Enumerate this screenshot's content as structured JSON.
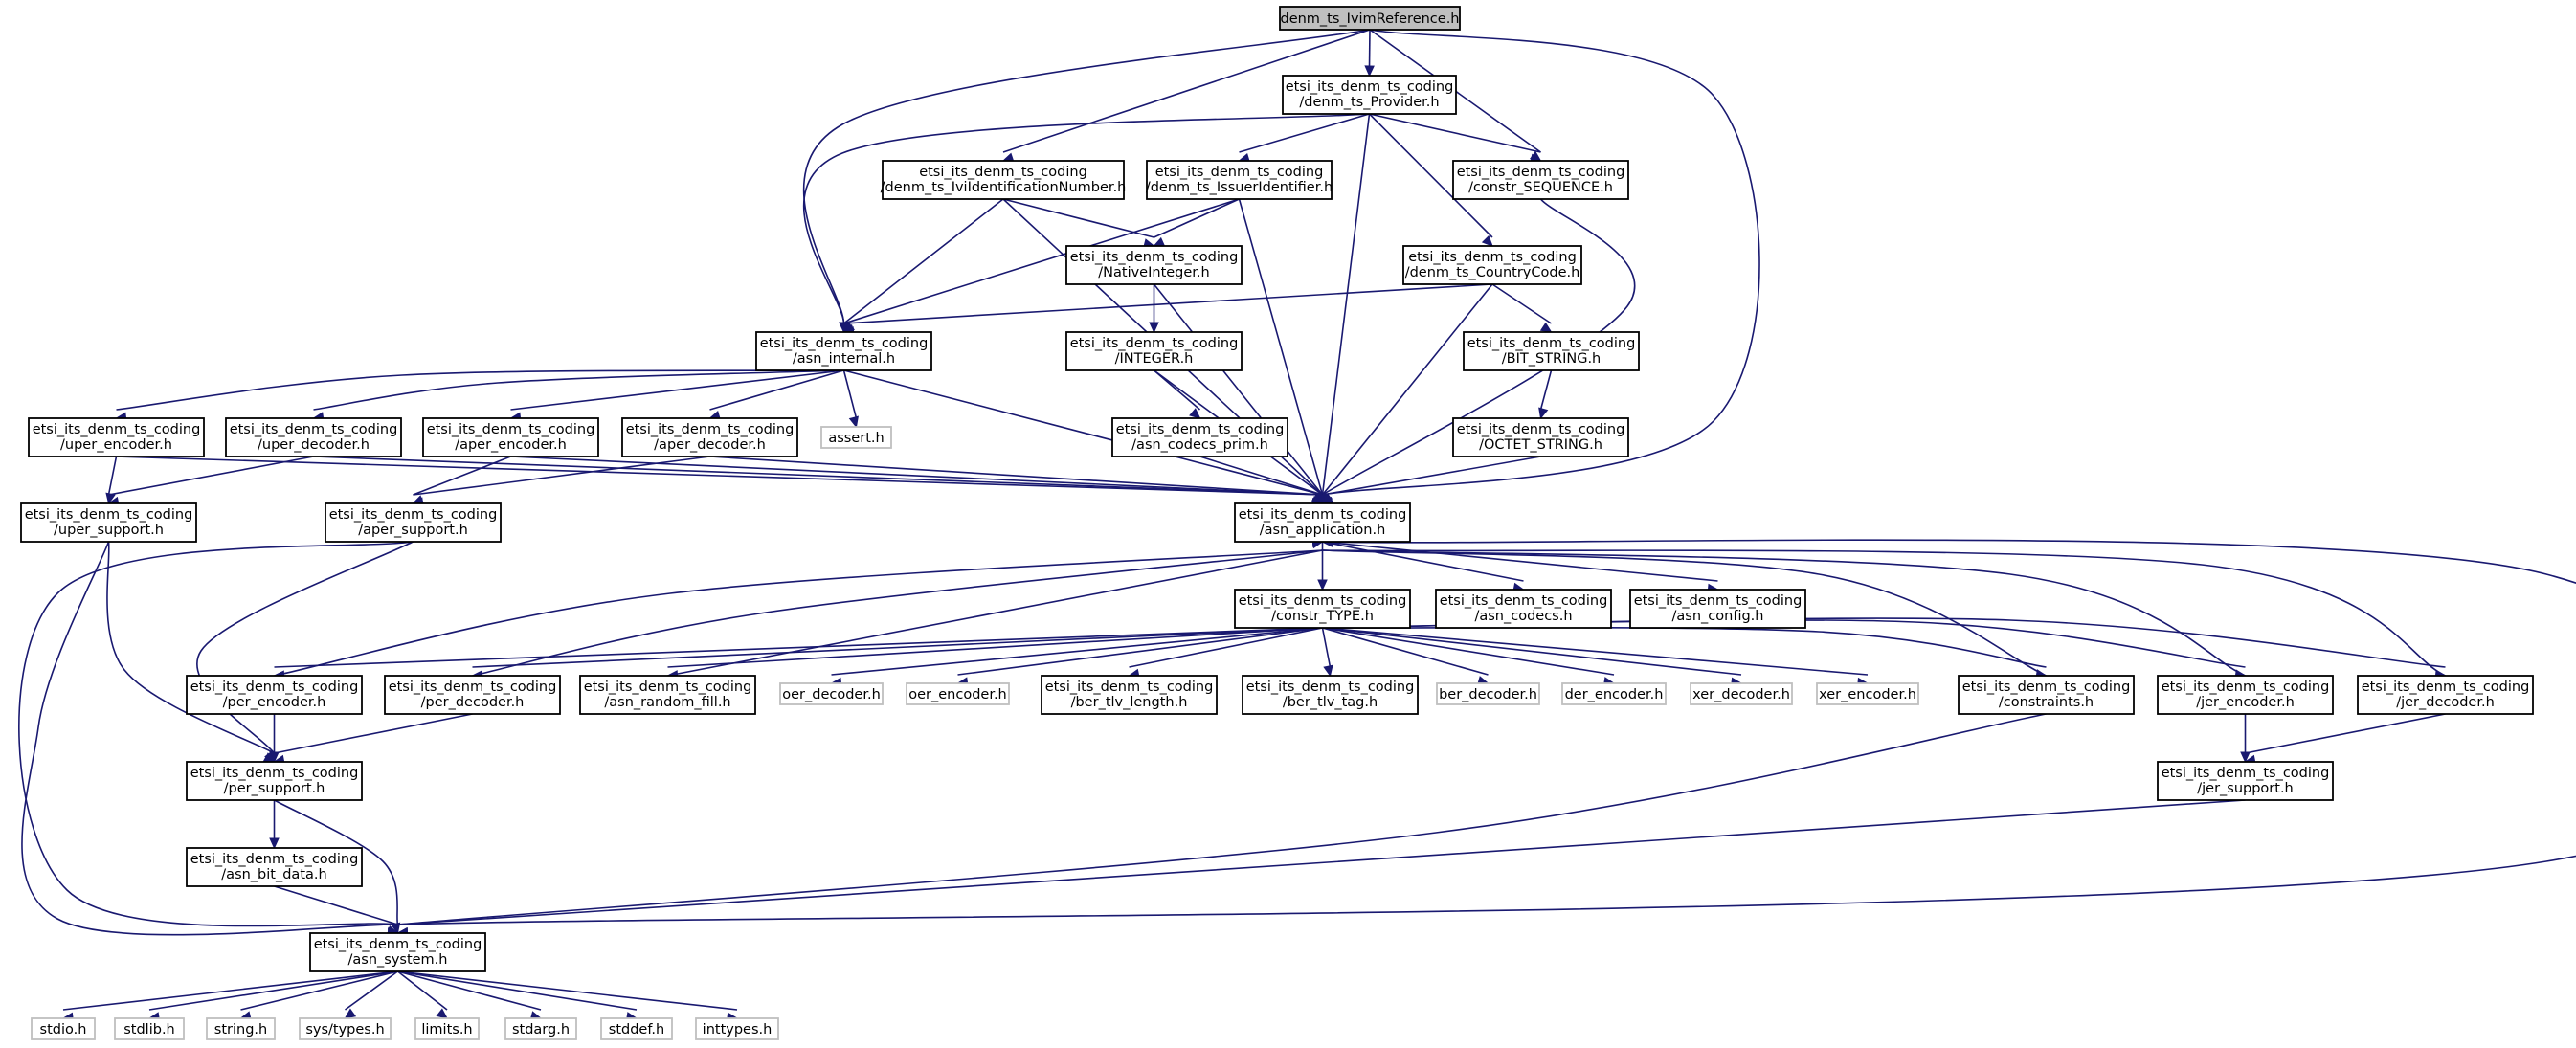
{
  "nodes": [
    {
      "id": "root",
      "lines": [
        "denm_ts_IvimReference.h"
      ],
      "kind": "root"
    },
    {
      "id": "provider",
      "lines": [
        "etsi_its_denm_ts_coding",
        "/denm_ts_Provider.h"
      ],
      "kind": "file"
    },
    {
      "id": "ivi_id",
      "lines": [
        "etsi_its_denm_ts_coding",
        "/denm_ts_IviIdentificationNumber.h"
      ],
      "kind": "file"
    },
    {
      "id": "issuer",
      "lines": [
        "etsi_its_denm_ts_coding",
        "/denm_ts_IssuerIdentifier.h"
      ],
      "kind": "file"
    },
    {
      "id": "constr_seq",
      "lines": [
        "etsi_its_denm_ts_coding",
        "/constr_SEQUENCE.h"
      ],
      "kind": "file"
    },
    {
      "id": "native_int",
      "lines": [
        "etsi_its_denm_ts_coding",
        "/NativeInteger.h"
      ],
      "kind": "file"
    },
    {
      "id": "country",
      "lines": [
        "etsi_its_denm_ts_coding",
        "/denm_ts_CountryCode.h"
      ],
      "kind": "file"
    },
    {
      "id": "asn_internal",
      "lines": [
        "etsi_its_denm_ts_coding",
        "/asn_internal.h"
      ],
      "kind": "file"
    },
    {
      "id": "integer",
      "lines": [
        "etsi_its_denm_ts_coding",
        "/INTEGER.h"
      ],
      "kind": "file"
    },
    {
      "id": "bit_string",
      "lines": [
        "etsi_its_denm_ts_coding",
        "/BIT_STRING.h"
      ],
      "kind": "file"
    },
    {
      "id": "uper_encoder",
      "lines": [
        "etsi_its_denm_ts_coding",
        "/uper_encoder.h"
      ],
      "kind": "file"
    },
    {
      "id": "uper_decoder",
      "lines": [
        "etsi_its_denm_ts_coding",
        "/uper_decoder.h"
      ],
      "kind": "file"
    },
    {
      "id": "aper_encoder",
      "lines": [
        "etsi_its_denm_ts_coding",
        "/aper_encoder.h"
      ],
      "kind": "file"
    },
    {
      "id": "aper_decoder",
      "lines": [
        "etsi_its_denm_ts_coding",
        "/aper_decoder.h"
      ],
      "kind": "file"
    },
    {
      "id": "assert",
      "lines": [
        "assert.h"
      ],
      "kind": "ext"
    },
    {
      "id": "codecs_prim",
      "lines": [
        "etsi_its_denm_ts_coding",
        "/asn_codecs_prim.h"
      ],
      "kind": "file"
    },
    {
      "id": "octet_string",
      "lines": [
        "etsi_its_denm_ts_coding",
        "/OCTET_STRING.h"
      ],
      "kind": "file"
    },
    {
      "id": "uper_support",
      "lines": [
        "etsi_its_denm_ts_coding",
        "/uper_support.h"
      ],
      "kind": "file"
    },
    {
      "id": "aper_support",
      "lines": [
        "etsi_its_denm_ts_coding",
        "/aper_support.h"
      ],
      "kind": "file"
    },
    {
      "id": "asn_application",
      "lines": [
        "etsi_its_denm_ts_coding",
        "/asn_application.h"
      ],
      "kind": "file"
    },
    {
      "id": "constr_type",
      "lines": [
        "etsi_its_denm_ts_coding",
        "/constr_TYPE.h"
      ],
      "kind": "file"
    },
    {
      "id": "asn_codecs",
      "lines": [
        "etsi_its_denm_ts_coding",
        "/asn_codecs.h"
      ],
      "kind": "file"
    },
    {
      "id": "asn_config",
      "lines": [
        "etsi_its_denm_ts_coding",
        "/asn_config.h"
      ],
      "kind": "file"
    },
    {
      "id": "per_encoder",
      "lines": [
        "etsi_its_denm_ts_coding",
        "/per_encoder.h"
      ],
      "kind": "file"
    },
    {
      "id": "per_decoder",
      "lines": [
        "etsi_its_denm_ts_coding",
        "/per_decoder.h"
      ],
      "kind": "file"
    },
    {
      "id": "random_fill",
      "lines": [
        "etsi_its_denm_ts_coding",
        "/asn_random_fill.h"
      ],
      "kind": "file"
    },
    {
      "id": "oer_decoder",
      "lines": [
        "oer_decoder.h"
      ],
      "kind": "ext"
    },
    {
      "id": "oer_encoder",
      "lines": [
        "oer_encoder.h"
      ],
      "kind": "ext"
    },
    {
      "id": "ber_tlv_length",
      "lines": [
        "etsi_its_denm_ts_coding",
        "/ber_tlv_length.h"
      ],
      "kind": "file"
    },
    {
      "id": "ber_tlv_tag",
      "lines": [
        "etsi_its_denm_ts_coding",
        "/ber_tlv_tag.h"
      ],
      "kind": "file"
    },
    {
      "id": "ber_decoder",
      "lines": [
        "ber_decoder.h"
      ],
      "kind": "ext"
    },
    {
      "id": "der_encoder",
      "lines": [
        "der_encoder.h"
      ],
      "kind": "ext"
    },
    {
      "id": "xer_decoder",
      "lines": [
        "xer_decoder.h"
      ],
      "kind": "ext"
    },
    {
      "id": "xer_encoder",
      "lines": [
        "xer_encoder.h"
      ],
      "kind": "ext"
    },
    {
      "id": "constraints",
      "lines": [
        "etsi_its_denm_ts_coding",
        "/constraints.h"
      ],
      "kind": "file"
    },
    {
      "id": "jer_encoder",
      "lines": [
        "etsi_its_denm_ts_coding",
        "/jer_encoder.h"
      ],
      "kind": "file"
    },
    {
      "id": "jer_decoder",
      "lines": [
        "etsi_its_denm_ts_coding",
        "/jer_decoder.h"
      ],
      "kind": "file"
    },
    {
      "id": "per_support",
      "lines": [
        "etsi_its_denm_ts_coding",
        "/per_support.h"
      ],
      "kind": "file"
    },
    {
      "id": "jer_support",
      "lines": [
        "etsi_its_denm_ts_coding",
        "/jer_support.h"
      ],
      "kind": "file"
    },
    {
      "id": "bit_data",
      "lines": [
        "etsi_its_denm_ts_coding",
        "/asn_bit_data.h"
      ],
      "kind": "file"
    },
    {
      "id": "asn_system",
      "lines": [
        "etsi_its_denm_ts_coding",
        "/asn_system.h"
      ],
      "kind": "file"
    },
    {
      "id": "stdio",
      "lines": [
        "stdio.h"
      ],
      "kind": "ext"
    },
    {
      "id": "stdlib",
      "lines": [
        "stdlib.h"
      ],
      "kind": "ext"
    },
    {
      "id": "string",
      "lines": [
        "string.h"
      ],
      "kind": "ext"
    },
    {
      "id": "sys_types",
      "lines": [
        "sys/types.h"
      ],
      "kind": "ext"
    },
    {
      "id": "limits",
      "lines": [
        "limits.h"
      ],
      "kind": "ext"
    },
    {
      "id": "stdarg",
      "lines": [
        "stdarg.h"
      ],
      "kind": "ext"
    },
    {
      "id": "stddef",
      "lines": [
        "stddef.h"
      ],
      "kind": "ext"
    },
    {
      "id": "inttypes",
      "lines": [
        "inttypes.h"
      ],
      "kind": "ext"
    }
  ],
  "edges": [
    [
      "root",
      "provider"
    ],
    [
      "root",
      "asn_internal"
    ],
    [
      "root",
      "ivi_id"
    ],
    [
      "root",
      "constr_seq"
    ],
    [
      "root",
      "asn_application"
    ],
    [
      "provider",
      "asn_internal"
    ],
    [
      "provider",
      "issuer"
    ],
    [
      "provider",
      "constr_seq"
    ],
    [
      "provider",
      "country"
    ],
    [
      "provider",
      "asn_application"
    ],
    [
      "ivi_id",
      "asn_internal"
    ],
    [
      "ivi_id",
      "native_int"
    ],
    [
      "ivi_id",
      "asn_application"
    ],
    [
      "issuer",
      "asn_internal"
    ],
    [
      "issuer",
      "native_int"
    ],
    [
      "issuer",
      "asn_application"
    ],
    [
      "constr_seq",
      "asn_application"
    ],
    [
      "native_int",
      "integer"
    ],
    [
      "native_int",
      "asn_application"
    ],
    [
      "country",
      "asn_internal"
    ],
    [
      "country",
      "bit_string"
    ],
    [
      "country",
      "asn_application"
    ],
    [
      "asn_internal",
      "uper_encoder"
    ],
    [
      "asn_internal",
      "uper_decoder"
    ],
    [
      "asn_internal",
      "aper_encoder"
    ],
    [
      "asn_internal",
      "aper_decoder"
    ],
    [
      "asn_internal",
      "assert"
    ],
    [
      "asn_internal",
      "asn_application"
    ],
    [
      "integer",
      "codecs_prim"
    ],
    [
      "integer",
      "asn_application"
    ],
    [
      "bit_string",
      "octet_string"
    ],
    [
      "octet_string",
      "asn_application"
    ],
    [
      "codecs_prim",
      "asn_application"
    ],
    [
      "uper_encoder",
      "uper_support"
    ],
    [
      "uper_encoder",
      "asn_application"
    ],
    [
      "uper_decoder",
      "uper_support"
    ],
    [
      "uper_decoder",
      "asn_application"
    ],
    [
      "aper_encoder",
      "aper_support"
    ],
    [
      "aper_encoder",
      "asn_application"
    ],
    [
      "aper_decoder",
      "aper_support"
    ],
    [
      "aper_decoder",
      "asn_application"
    ],
    [
      "uper_support",
      "per_support"
    ],
    [
      "uper_support",
      "asn_system"
    ],
    [
      "aper_support",
      "per_support"
    ],
    [
      "aper_support",
      "asn_system"
    ],
    [
      "asn_application",
      "constr_type"
    ],
    [
      "asn_application",
      "asn_codecs"
    ],
    [
      "asn_application",
      "asn_config"
    ],
    [
      "asn_application",
      "asn_system"
    ],
    [
      "constr_type",
      "per_encoder"
    ],
    [
      "constr_type",
      "per_decoder"
    ],
    [
      "constr_type",
      "random_fill"
    ],
    [
      "constr_type",
      "oer_decoder"
    ],
    [
      "constr_type",
      "oer_encoder"
    ],
    [
      "constr_type",
      "ber_tlv_length"
    ],
    [
      "constr_type",
      "ber_tlv_tag"
    ],
    [
      "constr_type",
      "ber_decoder"
    ],
    [
      "constr_type",
      "der_encoder"
    ],
    [
      "constr_type",
      "xer_decoder"
    ],
    [
      "constr_type",
      "xer_encoder"
    ],
    [
      "constr_type",
      "constraints"
    ],
    [
      "constr_type",
      "jer_encoder"
    ],
    [
      "constr_type",
      "jer_decoder"
    ],
    [
      "per_encoder",
      "per_support"
    ],
    [
      "per_encoder",
      "asn_application"
    ],
    [
      "per_decoder",
      "per_support"
    ],
    [
      "per_decoder",
      "asn_application"
    ],
    [
      "random_fill",
      "asn_application"
    ],
    [
      "constraints",
      "asn_application"
    ],
    [
      "constraints",
      "asn_system"
    ],
    [
      "jer_encoder",
      "jer_support"
    ],
    [
      "jer_encoder",
      "asn_application"
    ],
    [
      "jer_decoder",
      "jer_support"
    ],
    [
      "jer_decoder",
      "asn_application"
    ],
    [
      "jer_support",
      "asn_system"
    ],
    [
      "per_support",
      "bit_data"
    ],
    [
      "per_support",
      "asn_system"
    ],
    [
      "bit_data",
      "asn_system"
    ],
    [
      "asn_system",
      "stdio"
    ],
    [
      "asn_system",
      "stdlib"
    ],
    [
      "asn_system",
      "string"
    ],
    [
      "asn_system",
      "sys_types"
    ],
    [
      "asn_system",
      "limits"
    ],
    [
      "asn_system",
      "stdarg"
    ],
    [
      "asn_system",
      "stddef"
    ],
    [
      "asn_system",
      "inttypes"
    ]
  ]
}
